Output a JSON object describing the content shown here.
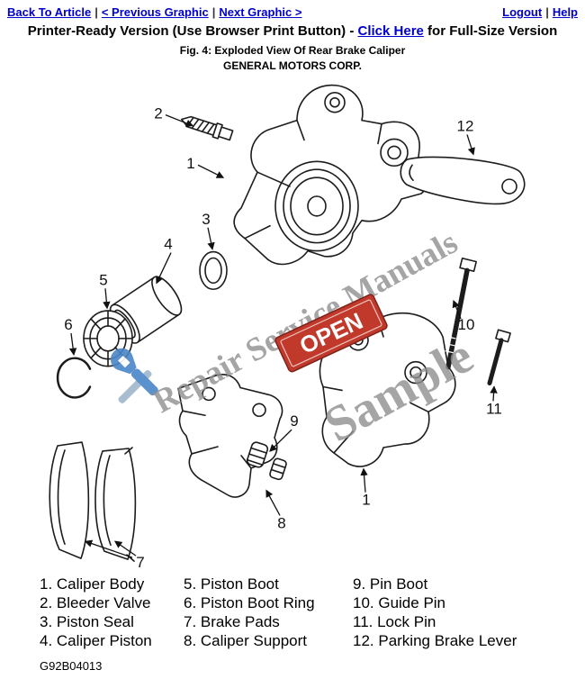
{
  "header": {
    "back_to_article": "Back To Article",
    "previous_graphic": "< Previous Graphic",
    "next_graphic": "Next Graphic >",
    "logout": "Logout",
    "help": "Help",
    "separator": "|"
  },
  "title": {
    "printer_ready_prefix": "Printer-Ready Version (Use Browser Print Button) - ",
    "click_here_label": "Click Here",
    "printer_ready_suffix": " for Full-Size Version",
    "figure_caption": "Fig. 4: Exploded View Of Rear Brake Caliper",
    "manufacturer": "GENERAL MOTORS CORP."
  },
  "diagram": {
    "watermark_primary": "Repair Service Manuals",
    "watermark_secondary": "Sample",
    "stamp": "OPEN",
    "callouts": [
      "2",
      "1",
      "12",
      "3",
      "4",
      "5",
      "6",
      "7",
      "9",
      "8",
      "1",
      "10",
      "11"
    ]
  },
  "legend": {
    "columns": [
      [
        "1. Caliper Body",
        "2. Bleeder Valve",
        "3. Piston Seal",
        "4. Caliper Piston"
      ],
      [
        "5. Piston Boot",
        "6. Piston Boot Ring",
        "7. Brake Pads",
        "8. Caliper Support"
      ],
      [
        "9. Pin Boot",
        "10. Guide Pin",
        "11. Lock Pin",
        "12. Parking Brake Lever"
      ]
    ]
  },
  "footer": {
    "figure_id": "G92B04013"
  },
  "colors": {
    "link_blue": "#0000cc",
    "watermark_gray": "#8f8f8f",
    "stamp_red": "#c0392b",
    "wrench_blue": "#4a86c8"
  }
}
